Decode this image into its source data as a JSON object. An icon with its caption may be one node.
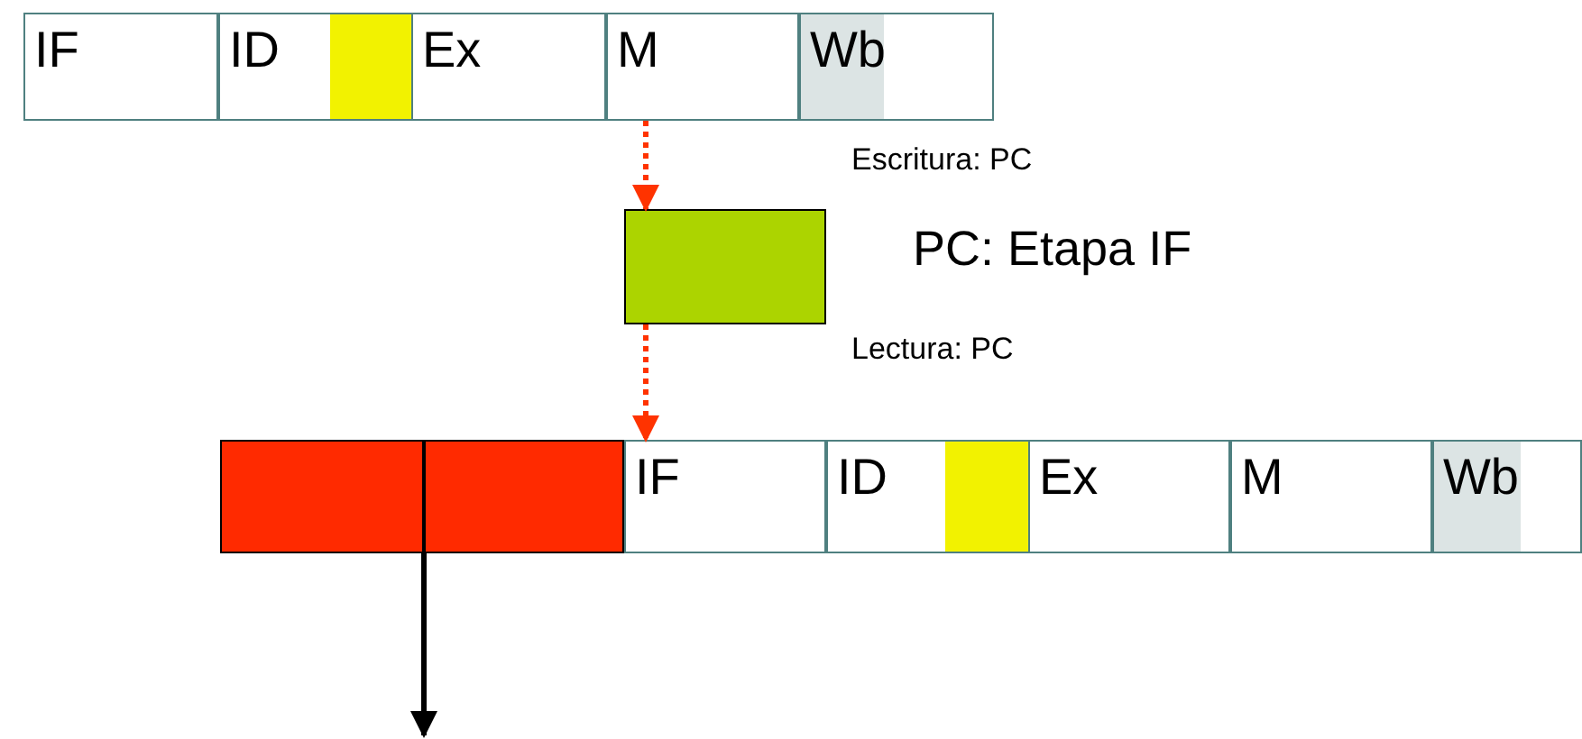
{
  "diagram": {
    "nodes": [
      {
        "text": [
          "IF"
        ]
      },
      {
        "text": [
          "ID"
        ]
      },
      {
        "text": [
          "Ex"
        ]
      },
      {
        "text": [
          "M"
        ]
      },
      {
        "text": [
          "Wb"
        ]
      },
      {
        "text": [],
        "shape": "box"
      },
      {
        "text": [],
        "shape": "box"
      },
      {
        "text": [],
        "shape": "box"
      },
      {
        "text": [
          "IF"
        ]
      },
      {
        "text": [
          "ID"
        ]
      },
      {
        "text": [
          "Ex"
        ]
      },
      {
        "text": [
          "M"
        ]
      },
      {
        "text": [
          "Wb"
        ]
      }
    ],
    "edges": [
      {
        "from": 3,
        "to": 5,
        "arrow": "to",
        "style": "dashed",
        "color": "#ff3300"
      },
      {
        "from": 5,
        "to": 8,
        "arrow": "to",
        "style": "dashed",
        "color": "#ff3300"
      },
      {
        "from": 6,
        "to": null,
        "arrow": "to",
        "color": "#000000"
      }
    ],
    "labels": [
      "Escritura: PC",
      "PC: Etapa IF",
      "Lectura: PC"
    ]
  }
}
